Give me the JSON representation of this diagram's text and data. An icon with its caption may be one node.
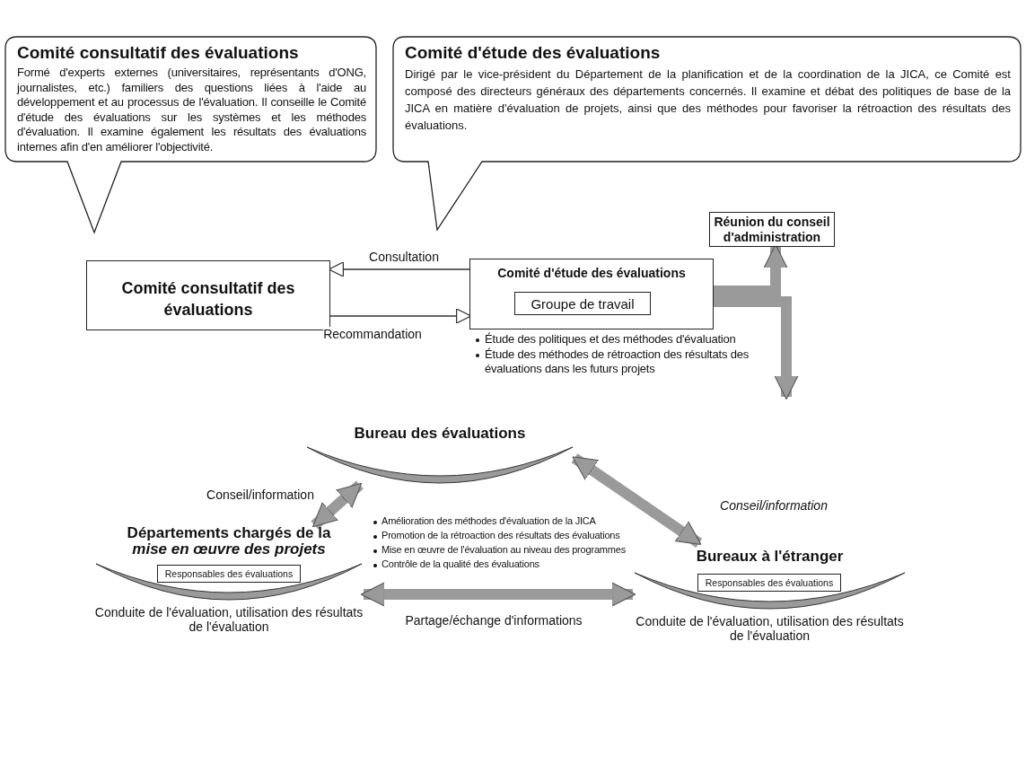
{
  "diagram": {
    "nodes": [
      {
        "text": [
          "Comité consultatif des évaluations",
          "Formé d'experts externes (universitaires, représentants d'ONG, journalistes, etc.) familiers des questions liées à l'aide au développement et au processus de l'évaluation. Il conseille le Comité d'étude des évaluations sur les systèmes et les méthodes d'évaluation. Il examine également les résultats des évaluations internes afin d'en améliorer l'objectivité."
        ]
      },
      {
        "text": [
          "Comité d'étude des évaluations",
          "Dirigé par le vice-président du Département de la planification et de la coordination de la JICA, ce Comité est composé des directeurs généraux des départements concernés. Il examine et débat des politiques de base de la JICA en matière d'évaluation de projets, ainsi que des méthodes pour favoriser la rétroaction des résultats des évaluations."
        ]
      },
      {
        "text": [
          "Comité consultatif des évaluations"
        ]
      },
      {
        "text": [
          "Comité d'étude des évaluations"
        ],
        "beside": [
          "Étude des politiques et des méthodes d'évaluation",
          "Étude des méthodes de rétroaction des résultats des évaluations dans les futurs projets"
        ]
      },
      {
        "text": [
          "Groupe de travail"
        ],
        "in": 3
      },
      {
        "text": [
          "Réunion du conseil d'administration"
        ]
      },
      {
        "text": [
          "Bureau des évaluations"
        ]
      },
      {
        "text": [
          "Départements chargés de la *mise en œuvre des projets*"
        ],
        "beside": [
          "Conduite de l'évaluation, utilisation des résultats de l'évaluation"
        ]
      },
      {
        "text": [
          "Responsables des évaluations"
        ],
        "in": 7
      },
      {
        "text": [
          "Bureaux à l'étranger"
        ],
        "beside": [
          "Conduite de l'évaluation, utilisation des résultats de l'évaluation"
        ]
      },
      {
        "text": [
          "Responsables des évaluations"
        ],
        "in": 9
      }
    ],
    "edges": [
      {
        "from": 3,
        "to": 2,
        "arrow": "to",
        "label": "Consultation",
        "color": "#333333"
      },
      {
        "from": 2,
        "to": 3,
        "arrow": "to",
        "label": "Recommandation",
        "color": "#333333"
      },
      {
        "from": 3,
        "to": 5,
        "arrow": "to"
      },
      {
        "from": 3,
        "to": null,
        "arrow": "to"
      },
      {
        "from": 6,
        "to": 7,
        "arrow": "both",
        "label": "Conseil/information"
      },
      {
        "from": 6,
        "to": 9,
        "arrow": "both",
        "label": "Conseil/information"
      },
      {
        "from": 7,
        "to": 9,
        "arrow": "both",
        "label": "Partage/échange d'informations"
      }
    ],
    "labels": [
      "Amélioration des méthodes d'évaluation de la JICA",
      "Promotion de la rétroaction des résultats des évaluations",
      "Mise en œuvre de l'évaluation au niveau des programmes",
      "Contrôle de la qualité des évaluations"
    ]
  }
}
